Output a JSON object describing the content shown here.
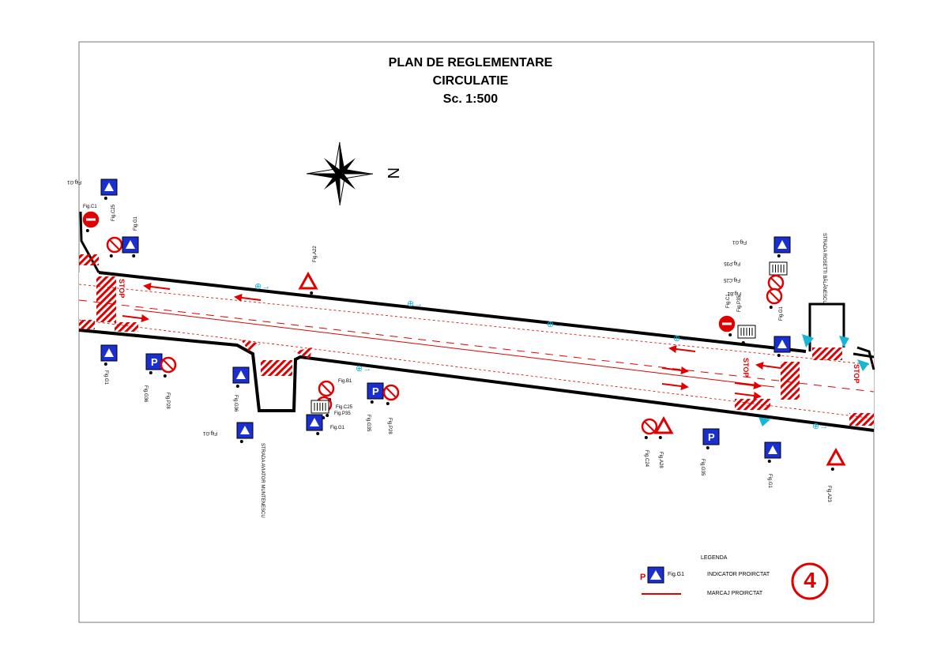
{
  "title": {
    "line1": "PLAN DE REGLEMENTARE",
    "line2": "CIRCULATIE",
    "line3": "Sc. 1:500"
  },
  "compass": {
    "label": "N"
  },
  "streets": [
    {
      "name": "STRADA AVIATOR MUNTENESCU"
    },
    {
      "name": "STRADA ROSETTI BĂLĂNESCU"
    }
  ],
  "signs": [
    "Fig.G1",
    "Fig.C1",
    "Fig.C25",
    "Fig.G1",
    "Fig.G1",
    "Fig.G36",
    "Fig.P28",
    "Fig.A22",
    "Fig.G36",
    "Fig.G1",
    "Fig.B1",
    "Fig.C25",
    "Fig.P35",
    "Fig.G1",
    "Fig.G35",
    "Fig.P28",
    "Fig.G1",
    "Fig.P35",
    "Fig.C25",
    "Fig.B1",
    "Fig.C1",
    "Fig.P35",
    "Fig.G1",
    "Fig.C24",
    "Fig.A28",
    "Fig.G35",
    "Fig.G1",
    "Fig.A23"
  ],
  "stop_marking": "STOP",
  "legend": {
    "heading": "LEGENDA",
    "sample_label": "Fig.G1",
    "items": [
      {
        "text": "INDICATOR PROIRCTAT"
      },
      {
        "text": "MARCAJ PROIRCTAT"
      }
    ]
  },
  "sheet_number": "4",
  "colors": {
    "line": "#000000",
    "marking": "#e00000",
    "sign_blue": "#1a2fd0",
    "cyan": "#16b6d6",
    "brown": "#9a7a2a"
  }
}
